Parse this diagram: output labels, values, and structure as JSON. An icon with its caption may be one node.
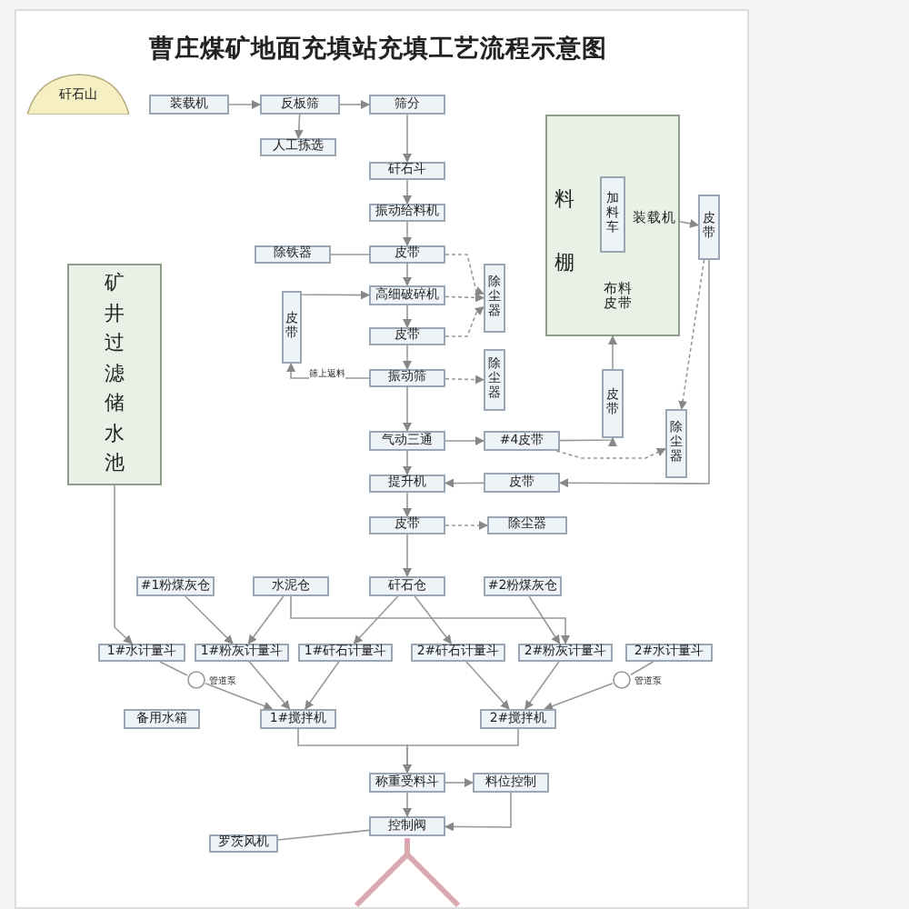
{
  "diagram": {
    "title": "曹庄煤矿地面充填站充填工艺流程示意图",
    "nodes": [
      {
        "text": [
          "矸石山"
        ]
      },
      {
        "text": [
          "装载机"
        ]
      },
      {
        "text": [
          "反板筛"
        ]
      },
      {
        "text": [
          "筛分"
        ]
      },
      {
        "text": [
          "人工拣选"
        ]
      },
      {
        "text": [
          "矸石斗"
        ]
      },
      {
        "text": [
          "振动给料机"
        ]
      },
      {
        "text": [
          "除铁器"
        ]
      },
      {
        "text": [
          "皮带"
        ]
      },
      {
        "text": [
          "高细破碎机"
        ]
      },
      {
        "text": [
          "皮带"
        ]
      },
      {
        "text": [
          "振动筛"
        ]
      },
      {
        "text": [
          "皮带"
        ]
      },
      {
        "text": [
          "气动三通"
        ]
      },
      {
        "text": [
          "提升机"
        ]
      },
      {
        "text": [
          "皮带"
        ]
      },
      {
        "text": [
          "除尘器"
        ]
      },
      {
        "text": [
          "除尘器"
        ]
      },
      {
        "text": [
          "#4皮带"
        ]
      },
      {
        "text": [
          "皮带"
        ]
      },
      {
        "text": [
          "除尘器"
        ]
      },
      {
        "text": [
          "料棚"
        ]
      },
      {
        "text": [
          "加料车"
        ],
        "in": 21
      },
      {
        "text": [
          "装载机"
        ],
        "in": 21
      },
      {
        "text": [
          "布料皮带"
        ],
        "in": 21
      },
      {
        "text": [
          "皮带"
        ]
      },
      {
        "text": [
          "皮带"
        ]
      },
      {
        "text": [
          "除尘器"
        ]
      },
      {
        "text": [
          "矿井过滤储水池"
        ]
      },
      {
        "text": [
          "#1粉煤灰仓"
        ]
      },
      {
        "text": [
          "水泥仓"
        ]
      },
      {
        "text": [
          "矸石仓"
        ]
      },
      {
        "text": [
          "#2粉煤灰仓"
        ]
      },
      {
        "text": [
          "1#水计量斗"
        ]
      },
      {
        "text": [
          "1#粉灰计量斗"
        ]
      },
      {
        "text": [
          "1#矸石计量斗"
        ]
      },
      {
        "text": [
          "2#矸石计量斗"
        ]
      },
      {
        "text": [
          "2#粉灰计量斗"
        ]
      },
      {
        "text": [
          "2#水计量斗"
        ]
      },
      {
        "text": [],
        "shape": "circle",
        "beside": [
          "管道泵"
        ]
      },
      {
        "text": [],
        "shape": "circle",
        "beside": [
          "管道泵"
        ]
      },
      {
        "text": [
          "备用水箱"
        ]
      },
      {
        "text": [
          "1#搅拌机"
        ]
      },
      {
        "text": [
          "2#搅拌机"
        ]
      },
      {
        "text": [
          "称重受料斗"
        ]
      },
      {
        "text": [
          "料位控制"
        ]
      },
      {
        "text": [
          "控制阀"
        ]
      },
      {
        "text": [
          "罗茨风机"
        ]
      }
    ],
    "edges": [
      {
        "from": 1,
        "to": 2,
        "arrow": "to"
      },
      {
        "from": 2,
        "to": 3,
        "arrow": "to"
      },
      {
        "from": 2,
        "to": 4,
        "arrow": "to"
      },
      {
        "from": 3,
        "to": 5,
        "arrow": "to"
      },
      {
        "from": 5,
        "to": 6,
        "arrow": "to"
      },
      {
        "from": 6,
        "to": 8,
        "arrow": "to"
      },
      {
        "from": 8,
        "to": 7,
        "arrow": "none"
      },
      {
        "from": 8,
        "to": 9,
        "arrow": "to"
      },
      {
        "from": 9,
        "to": 10,
        "arrow": "to"
      },
      {
        "from": 10,
        "to": 11,
        "arrow": "to"
      },
      {
        "from": 11,
        "to": 12,
        "arrow": "to",
        "label": "筛上返料"
      },
      {
        "from": 12,
        "to": 9,
        "arrow": "to"
      },
      {
        "from": 11,
        "to": 13,
        "arrow": "to"
      },
      {
        "from": 13,
        "to": 18,
        "arrow": "to"
      },
      {
        "from": 13,
        "to": 14,
        "arrow": "to"
      },
      {
        "from": 18,
        "to": 26,
        "arrow": "to"
      },
      {
        "from": 26,
        "to": 21,
        "arrow": "to"
      },
      {
        "from": 23,
        "to": 25,
        "arrow": "to"
      },
      {
        "from": 25,
        "to": 19,
        "arrow": "to"
      },
      {
        "from": 19,
        "to": 14,
        "arrow": "to"
      },
      {
        "from": 14,
        "to": 15,
        "arrow": "to"
      },
      {
        "from": 15,
        "to": 20,
        "arrow": "to",
        "style": "dashed"
      },
      {
        "from": 8,
        "to": 16,
        "arrow": "to",
        "style": "dashed"
      },
      {
        "from": 9,
        "to": 16,
        "arrow": "to",
        "style": "dashed"
      },
      {
        "from": 10,
        "to": 16,
        "arrow": "to",
        "style": "dashed"
      },
      {
        "from": 11,
        "to": 17,
        "arrow": "to",
        "style": "dashed"
      },
      {
        "from": 18,
        "to": 27,
        "arrow": "to",
        "style": "dashed"
      },
      {
        "from": 25,
        "to": 27,
        "arrow": "to",
        "style": "dashed"
      },
      {
        "from": 15,
        "to": 31,
        "arrow": "to"
      },
      {
        "from": 31,
        "to": 35,
        "arrow": "to"
      },
      {
        "from": 31,
        "to": 36,
        "arrow": "to"
      },
      {
        "from": 29,
        "to": 34,
        "arrow": "to"
      },
      {
        "from": 30,
        "to": 34,
        "arrow": "to"
      },
      {
        "from": 30,
        "to": 37,
        "arrow": "to"
      },
      {
        "from": 32,
        "to": 37,
        "arrow": "to"
      },
      {
        "from": 28,
        "to": 33,
        "arrow": "to"
      },
      {
        "from": 33,
        "to": 39,
        "arrow": "none"
      },
      {
        "from": 39,
        "to": 42,
        "arrow": "to"
      },
      {
        "from": 38,
        "to": 40,
        "arrow": "none"
      },
      {
        "from": 40,
        "to": 43,
        "arrow": "to"
      },
      {
        "from": 34,
        "to": 42,
        "arrow": "to"
      },
      {
        "from": 35,
        "to": 42,
        "arrow": "to"
      },
      {
        "from": 36,
        "to": 43,
        "arrow": "to"
      },
      {
        "from": 37,
        "to": 43,
        "arrow": "to"
      },
      {
        "from": 42,
        "to": 44,
        "arrow": "to"
      },
      {
        "from": 43,
        "to": 44,
        "arrow": "to"
      },
      {
        "from": 44,
        "to": 45,
        "arrow": "to"
      },
      {
        "from": 45,
        "to": 46,
        "arrow": "to"
      },
      {
        "from": 44,
        "to": 46,
        "arrow": "to"
      },
      {
        "from": 47,
        "to": 46,
        "arrow": "none"
      }
    ]
  }
}
